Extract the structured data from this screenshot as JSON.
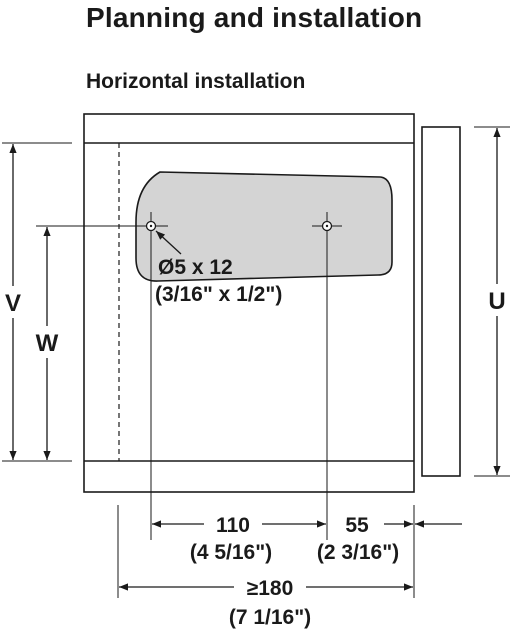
{
  "header": {
    "title": "Planning and installation",
    "subtitle": "Horizontal installation"
  },
  "labels": {
    "v": "V",
    "w": "W",
    "u": "U"
  },
  "hole": {
    "metric": "Ø5 x 12",
    "imperial": "(3/16\" x 1/2\")"
  },
  "dimensions": {
    "spacing_metric": "110",
    "spacing_imperial": "(4 5/16\")",
    "edge_metric": "55",
    "edge_imperial": "(2 3/16\")",
    "min_metric": "≥180",
    "min_imperial": "(7 1/16\")"
  },
  "colors": {
    "line": "#1a1a1a",
    "plate_fill": "#d4d4d4"
  }
}
